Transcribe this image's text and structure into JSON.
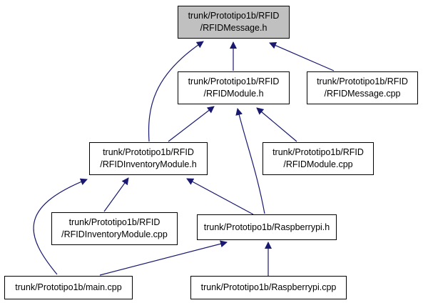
{
  "colors": {
    "edge": "#191970",
    "root_fill": "#c0c0c0",
    "node_fill": "#ffffff",
    "border": "#000000"
  },
  "nodes": {
    "rfidmessage_h": {
      "line1": "trunk/Prototipo1b/RFID",
      "line2": "/RFIDMessage.h"
    },
    "rfidmodule_h": {
      "line1": "trunk/Prototipo1b/RFID",
      "line2": "/RFIDModule.h"
    },
    "rfidmessage_cpp": {
      "line1": "trunk/Prototipo1b/RFID",
      "line2": "/RFIDMessage.cpp"
    },
    "rfidinventorymodule_h": {
      "line1": "trunk/Prototipo1b/RFID",
      "line2": "/RFIDInventoryModule.h"
    },
    "rfidmodule_cpp": {
      "line1": "trunk/Prototipo1b/RFID",
      "line2": "/RFIDModule.cpp"
    },
    "rfidinventorymodule_cpp": {
      "line1": "trunk/Prototipo1b/RFID",
      "line2": "/RFIDInventoryModule.cpp"
    },
    "raspberrypi_h": {
      "line1": "trunk/Prototipo1b/Raspberrypi.h"
    },
    "main_cpp": {
      "line1": "trunk/Prototipo1b/main.cpp"
    },
    "raspberrypi_cpp": {
      "line1": "trunk/Prototipo1b/Raspberrypi.cpp"
    }
  }
}
